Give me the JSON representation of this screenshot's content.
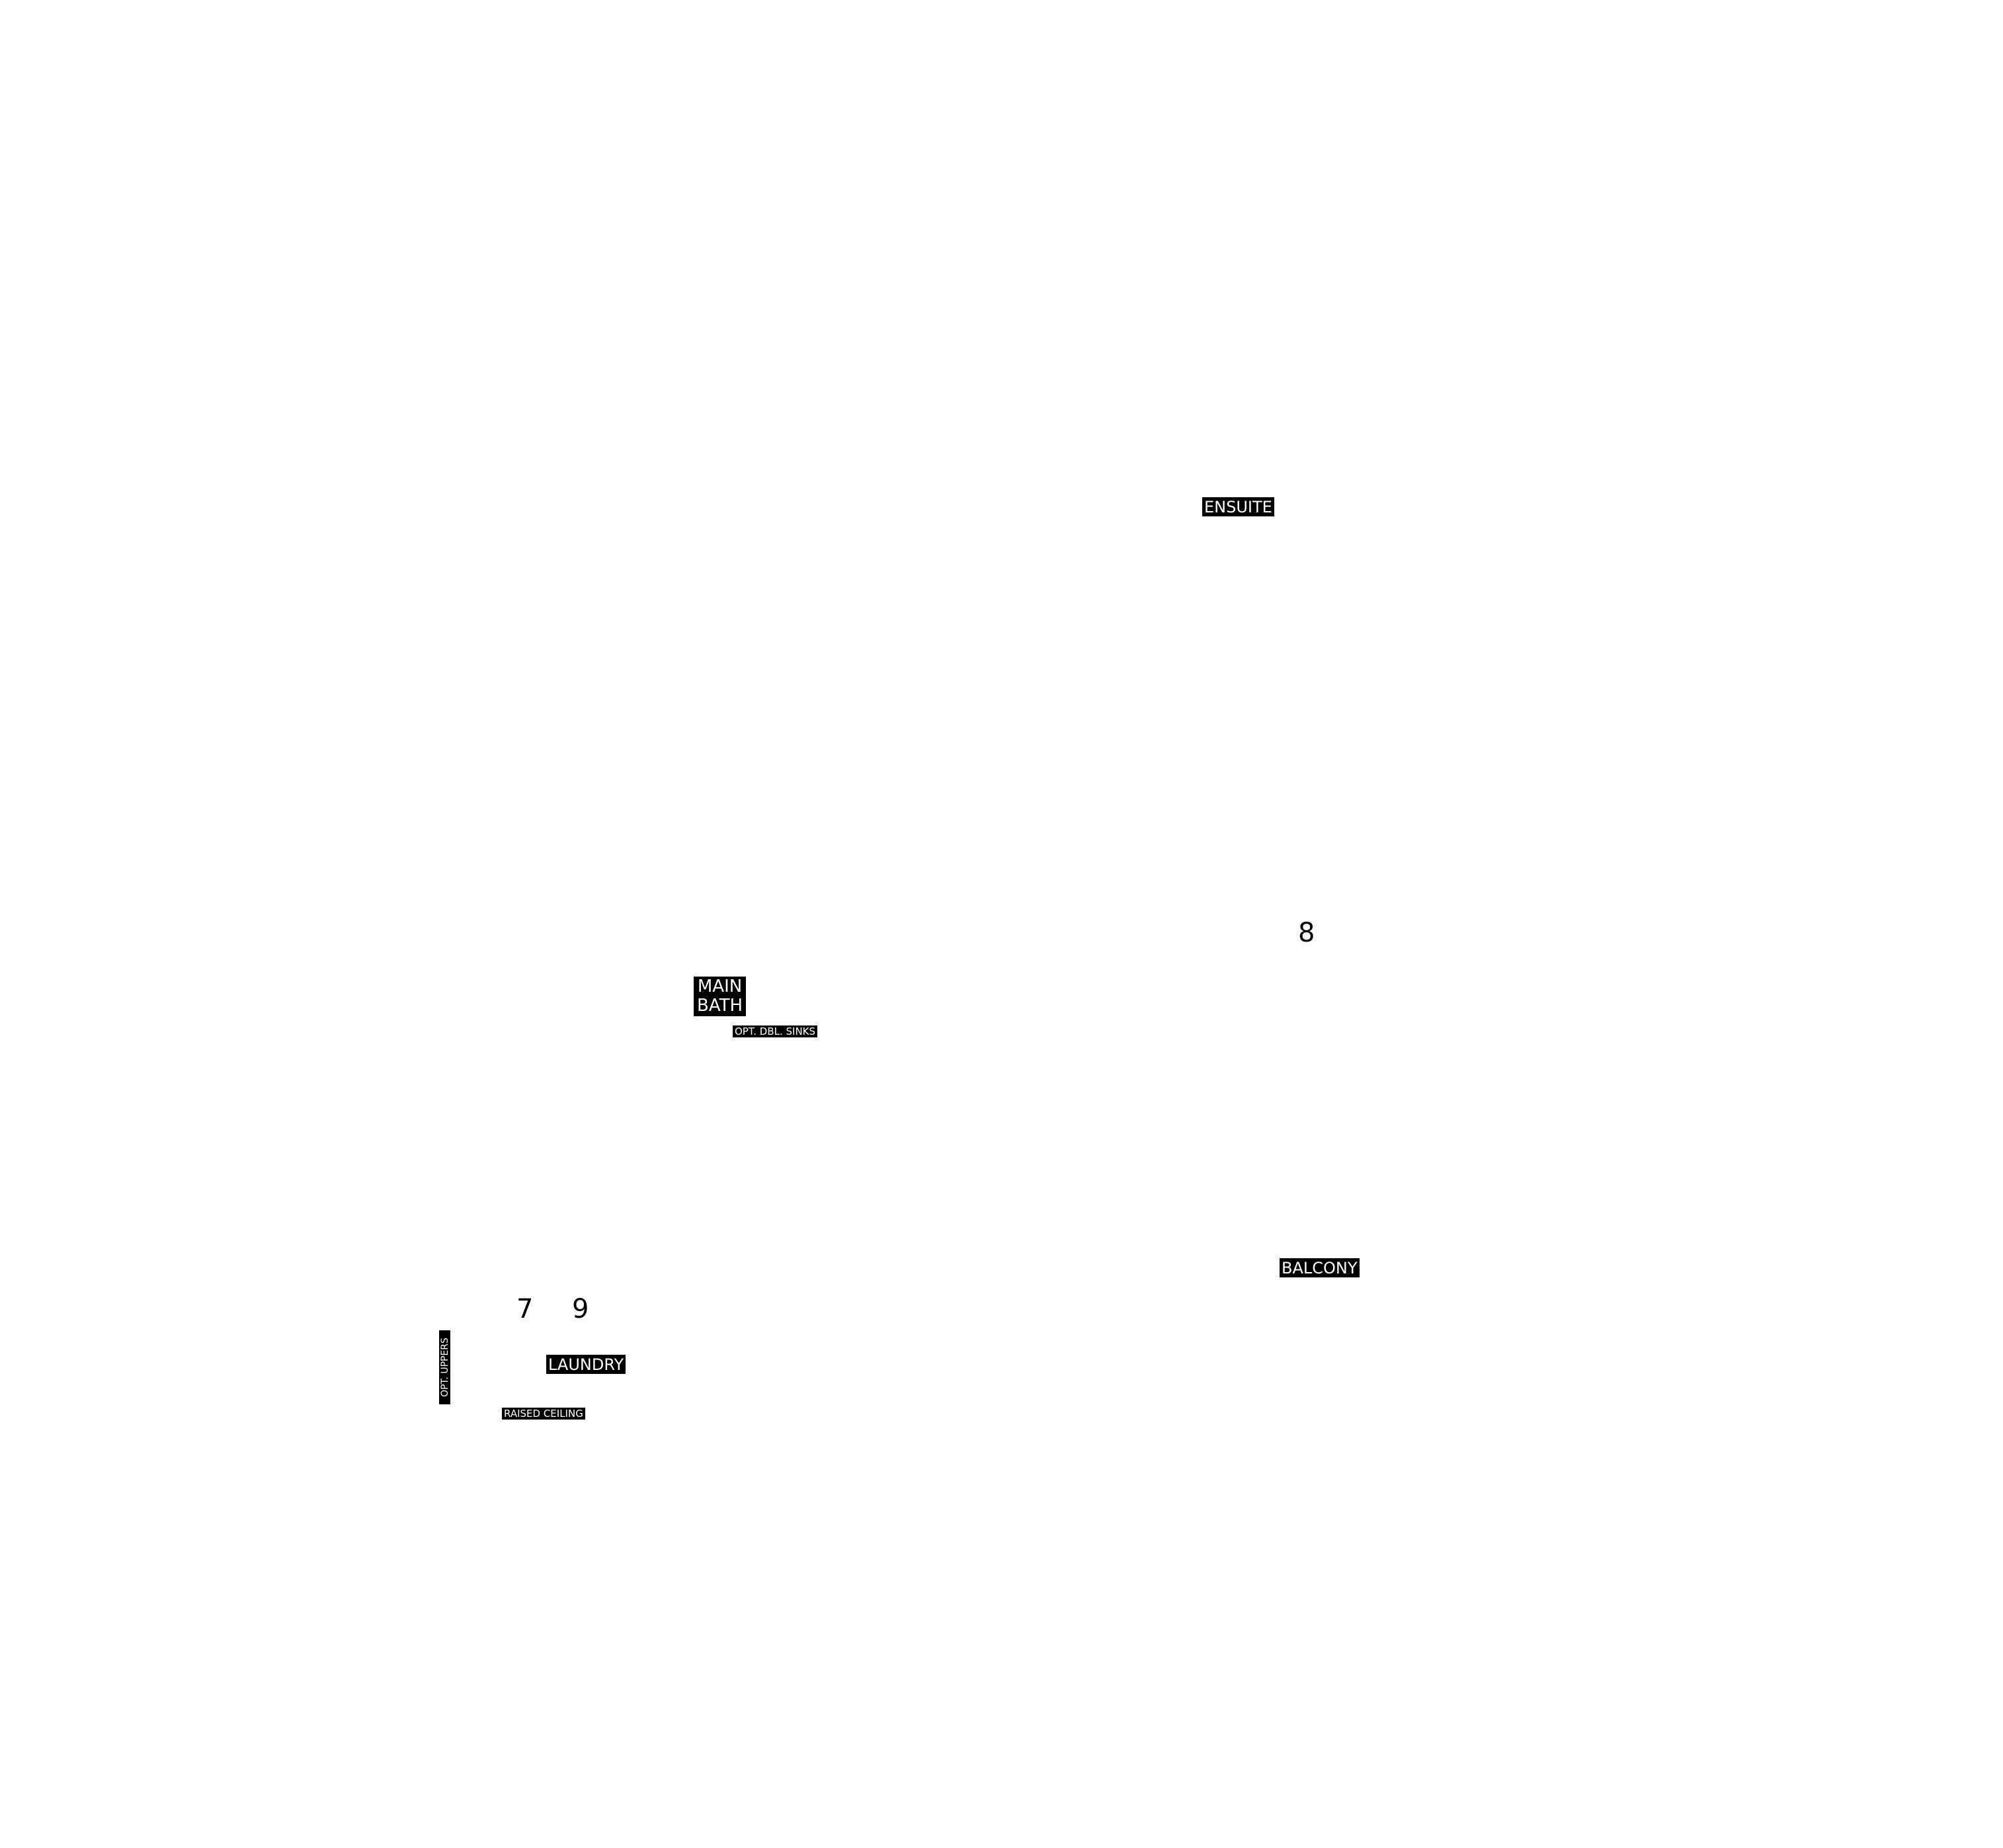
{
  "plan": {
    "room_labels": {
      "ensuite": "ENSUITE",
      "main_bath": "MAIN\nBATH",
      "balcony": "BALCONY",
      "laundry": "LAUNDRY"
    },
    "notes": {
      "opt_dbl_sinks": "OPT. DBL. SINKS",
      "raised_ceiling": "RAISED CEILING",
      "opt_uppers": "OPT. UPPERS"
    },
    "markers": {
      "m8": "8",
      "m7": "7",
      "m9": "9"
    }
  }
}
